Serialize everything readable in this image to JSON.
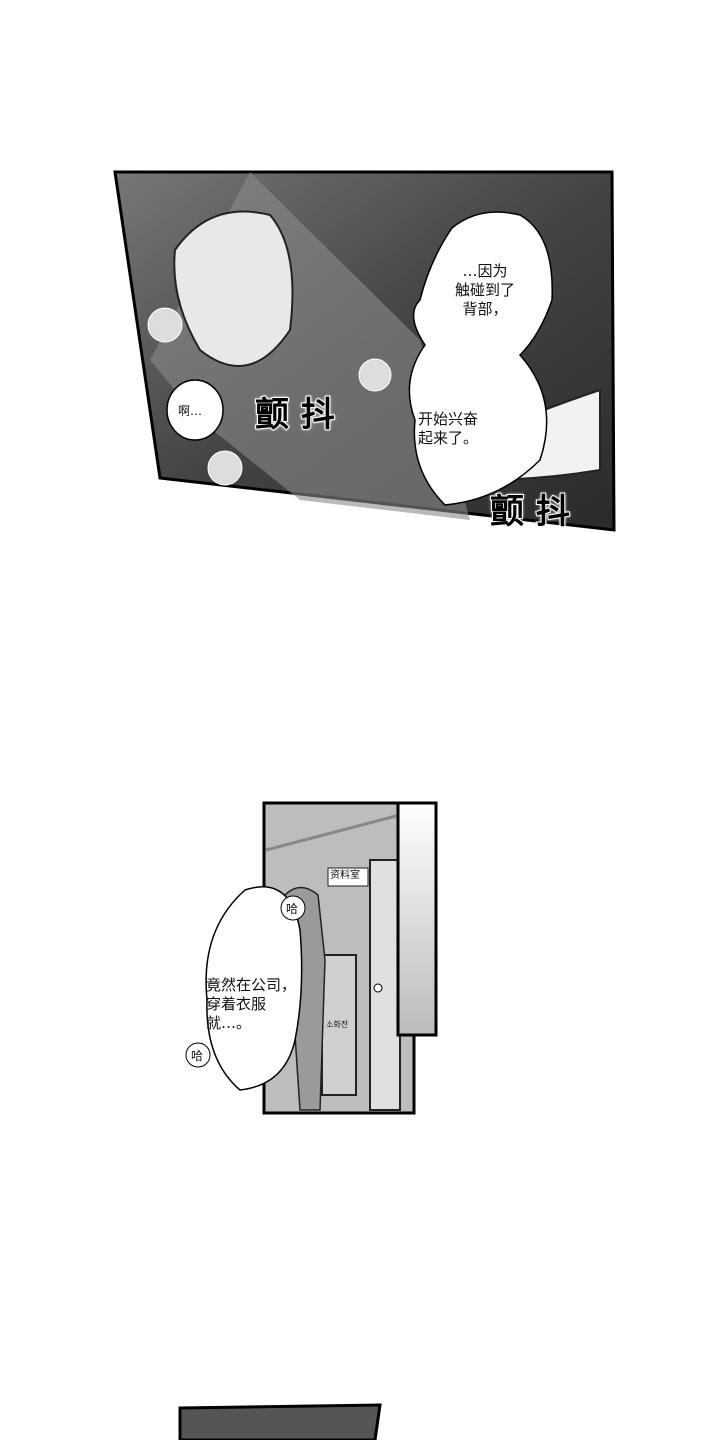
{
  "panel1": {
    "bubble_top": "…因为\n触碰到了\n背部，",
    "bubble_bottom": "开始兴奋\n起来了。",
    "small_bubble": "啊…",
    "sfx_left": "颤\n抖",
    "sfx_right": "颤\n抖"
  },
  "panel2": {
    "sign": "资料室",
    "cabinet_label": "소화전",
    "pant_top": "哈",
    "pant_bottom": "哈",
    "bubble": "竟然在公司，\n穿着衣服\n就…。"
  }
}
